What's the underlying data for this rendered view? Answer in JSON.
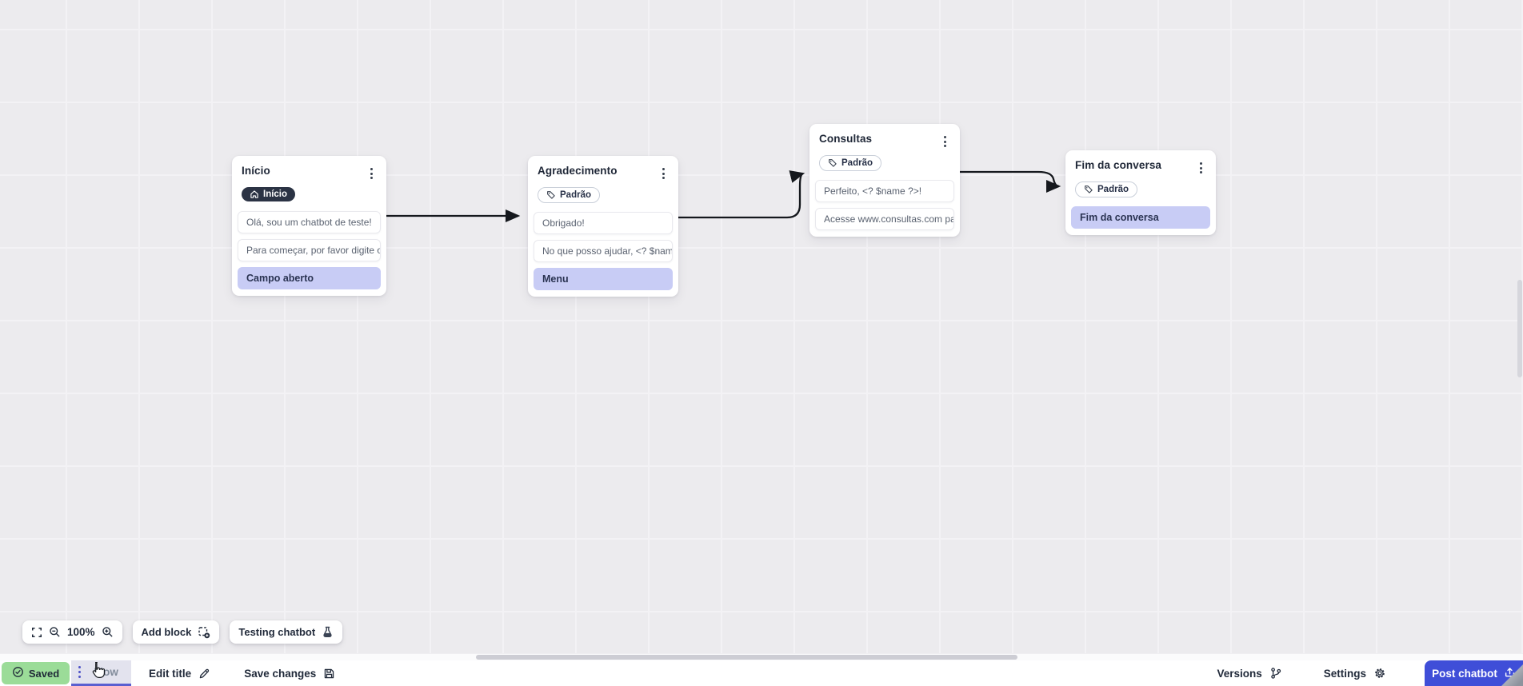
{
  "canvas": {
    "nodes": [
      {
        "title": "Início",
        "badge": {
          "label": "Início"
        },
        "blocks": [
          {
            "type": "text",
            "label": "Olá, sou um chatbot de teste!"
          },
          {
            "type": "text",
            "label": "Para começar, por favor digite o ..."
          },
          {
            "type": "input",
            "label": "Campo aberto"
          }
        ]
      },
      {
        "title": "Agradecimento",
        "badge": {
          "label": "Padrão"
        },
        "blocks": [
          {
            "type": "text",
            "label": "Obrigado!"
          },
          {
            "type": "text",
            "label": "No que posso ajudar, <? $name ..."
          },
          {
            "type": "input",
            "label": "Menu"
          }
        ]
      },
      {
        "title": "Consultas",
        "badge": {
          "label": "Padrão"
        },
        "blocks": [
          {
            "type": "text",
            "label": "Perfeito, <? $name ?>!"
          },
          {
            "type": "text",
            "label": "Acesse www.consultas.com par..."
          }
        ]
      },
      {
        "title": "Fim da conversa",
        "badge": {
          "label": "Padrão"
        },
        "blocks": [
          {
            "type": "input",
            "label": "Fim da conversa"
          }
        ]
      }
    ]
  },
  "toolbar": {
    "zoom_level": "100%",
    "add_block_label": "Add block",
    "testing_label": "Testing chatbot"
  },
  "statusbar": {
    "saved_label": "Saved",
    "flow_tab_label": "Flow",
    "edit_title_label": "Edit title",
    "save_changes_label": "Save changes",
    "versions_label": "Versions",
    "settings_label": "Settings",
    "post_button_label": "Post chatbot"
  },
  "colors": {
    "accent_blue": "#3f4ed8",
    "tab_underline": "#5a5fd0",
    "saved_green": "#9bdc98",
    "input_block_purple": "#c8ccf5",
    "start_badge_dark": "#2b3344",
    "canvas_bg": "#ecebee"
  }
}
